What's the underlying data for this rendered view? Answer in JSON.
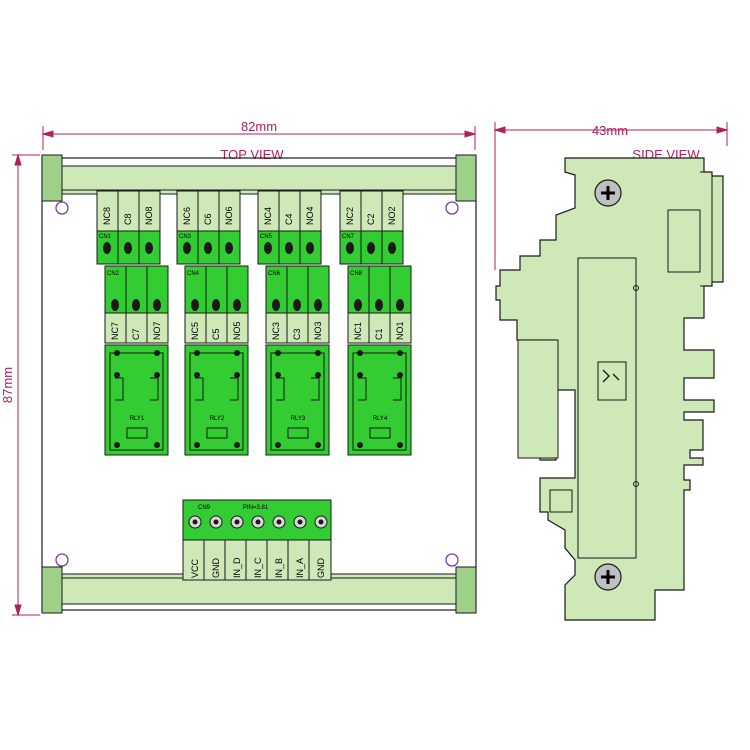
{
  "dimensions": {
    "top_width": "82mm",
    "top_height": "87mm",
    "side_width": "43mm"
  },
  "titles": {
    "top_view": "TOP VIEW",
    "side_view": "SIDE VIEW"
  },
  "upper_groups": [
    {
      "top_pins": [
        "NC8",
        "C8",
        "NO8"
      ],
      "cn_top": "CN1",
      "cn_bottom": "CN2",
      "bottom_pins": [
        "NC7",
        "C7",
        "NO7"
      ],
      "relay": "RLY1"
    },
    {
      "top_pins": [
        "NC6",
        "C6",
        "NO6"
      ],
      "cn_top": "CN3",
      "cn_bottom": "CN4",
      "bottom_pins": [
        "NC5",
        "C5",
        "NO5"
      ],
      "relay": "RLY2"
    },
    {
      "top_pins": [
        "NC4",
        "C4",
        "NO4"
      ],
      "cn_top": "CN5",
      "cn_bottom": "CN6",
      "bottom_pins": [
        "NC3",
        "C3",
        "NO3"
      ],
      "relay": "RLY3"
    },
    {
      "top_pins": [
        "NC2",
        "C2",
        "NO2"
      ],
      "cn_top": "CN7",
      "cn_bottom": "CN8",
      "bottom_pins": [
        "NC1",
        "C1",
        "NO1"
      ],
      "relay": "RLY4"
    }
  ],
  "input_connector": {
    "name": "CN9",
    "pitch": "PIN=3.81",
    "pins": [
      "VCC",
      "GND",
      "IN_D",
      "IN_C",
      "IN_B",
      "IN_A",
      "GND"
    ]
  },
  "colors": {
    "board_fill": "#cfe8b8",
    "pcb_green": "#33cc33",
    "outline": "#1a1a1a",
    "dimension": "#b0205a"
  }
}
